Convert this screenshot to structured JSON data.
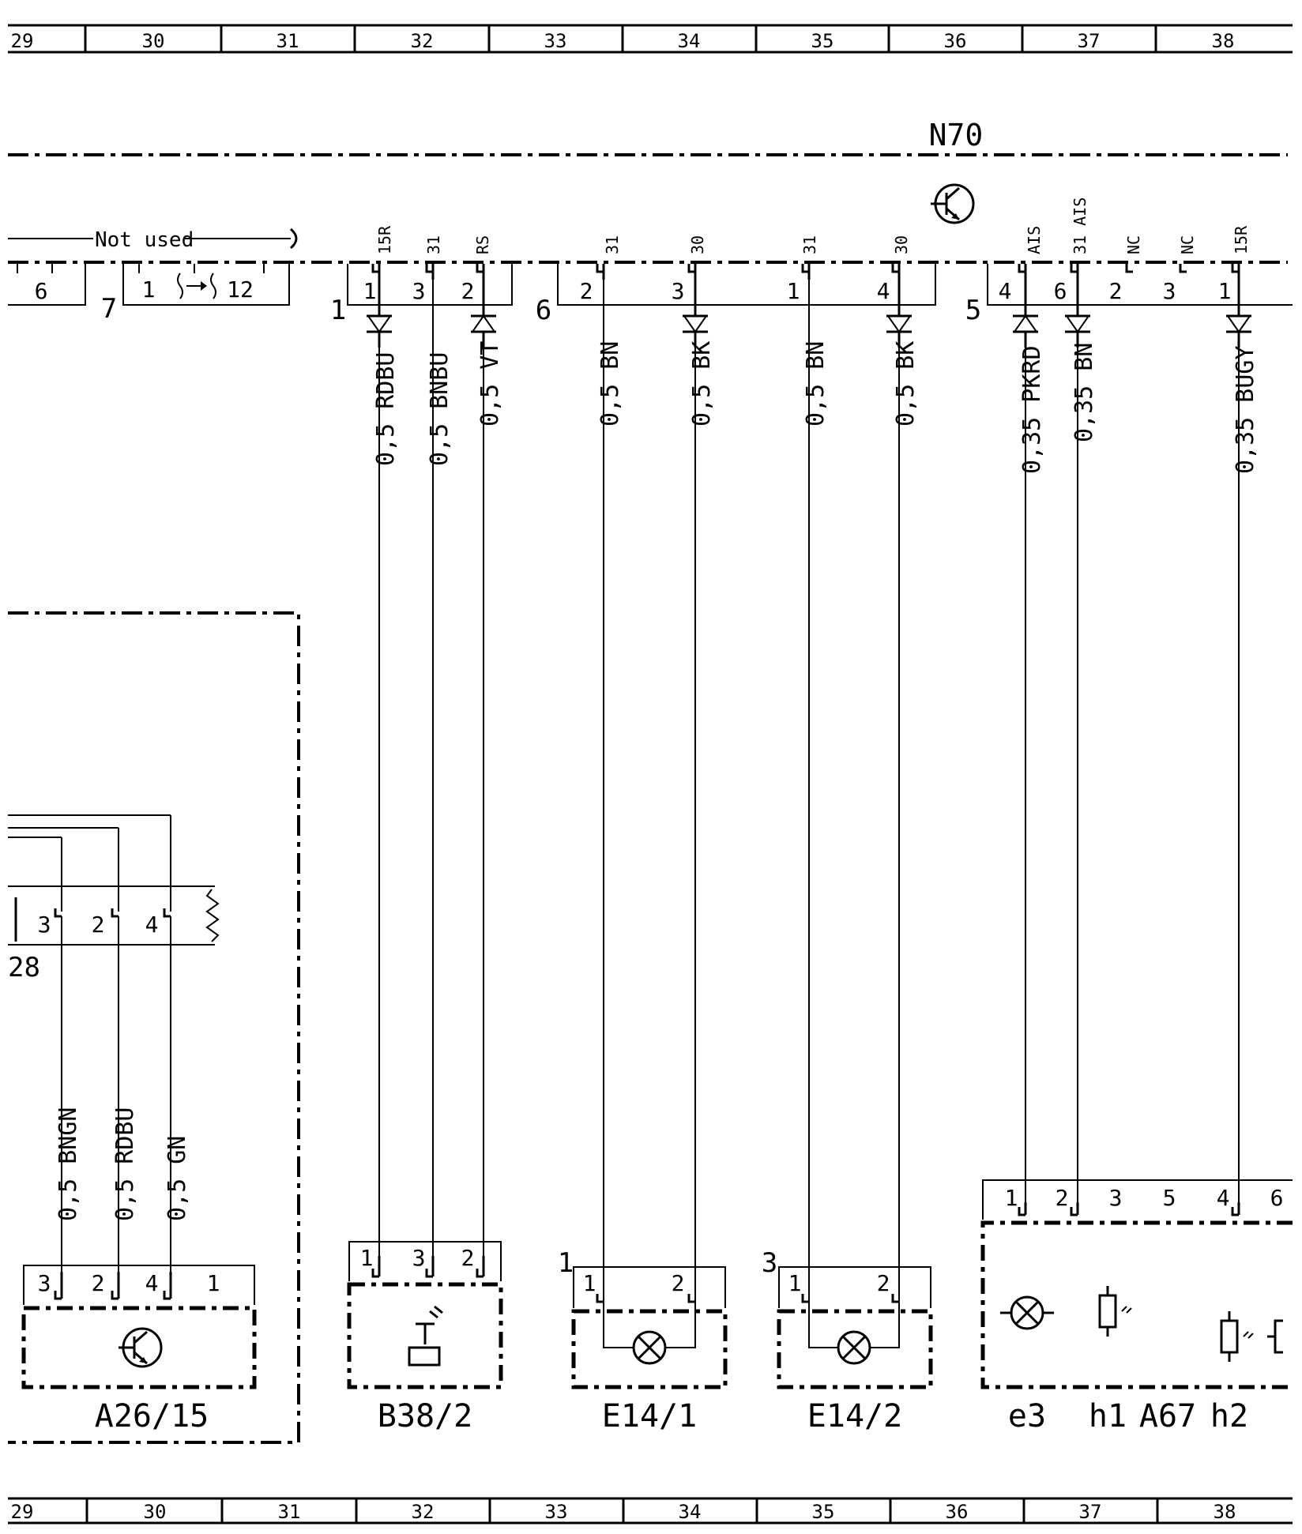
{
  "grid_columns": [
    "29",
    "30",
    "31",
    "32",
    "33",
    "34",
    "35",
    "36",
    "37",
    "38"
  ],
  "module": {
    "name": "N70",
    "not_used_label": "Not used"
  },
  "connectors": {
    "c6_pin": "6",
    "c7": {
      "number": "7",
      "pins": [
        "1",
        "12"
      ]
    },
    "c1": {
      "number": "1",
      "pins": [
        "1",
        "3",
        "2"
      ],
      "terminals": [
        "15R",
        "31",
        "RS"
      ]
    },
    "c6": {
      "number": "6",
      "pins": [
        "2",
        "3",
        "1",
        "4"
      ],
      "terminals": [
        "31",
        "30",
        "31",
        "30"
      ]
    },
    "c5": {
      "number": "5",
      "pins": [
        "4",
        "6",
        "2",
        "3",
        "1"
      ],
      "terminals": [
        "AIS",
        "31 AIS",
        "NC",
        "NC",
        "15R"
      ]
    },
    "c28": {
      "number": "28",
      "pins": [
        "3",
        "2",
        "4"
      ]
    }
  },
  "wires": {
    "w1": "0,5 RDBU",
    "w2": "0,5 BNBU",
    "w3": "0,5 VT",
    "w4": "0,5 BN",
    "w5": "0,5 BK",
    "w6": "0,5 BN",
    "w7": "0,5 BK",
    "w8": "0,35 PKRD",
    "w9": "0,35 BN",
    "w10": "0,35 BUGY",
    "w11": "0,5 BNGN",
    "w12": "0,5 RDBU",
    "w13": "0,5 GN"
  },
  "components": {
    "a26": {
      "name": "A26/15",
      "pins": [
        "3",
        "2",
        "4",
        "1"
      ]
    },
    "b38": {
      "name": "B38/2",
      "pins": [
        "1",
        "3",
        "2"
      ]
    },
    "e141": {
      "name": "E14/1",
      "pins": [
        "1",
        "2"
      ],
      "connector": "1"
    },
    "e142": {
      "name": "E14/2",
      "pins": [
        "1",
        "2"
      ],
      "connector": "3"
    },
    "a67": {
      "name": "A67",
      "pins": [
        "1",
        "2",
        "3",
        "5",
        "4",
        "6"
      ],
      "labels": [
        "e3",
        "h1",
        "h2"
      ]
    }
  }
}
